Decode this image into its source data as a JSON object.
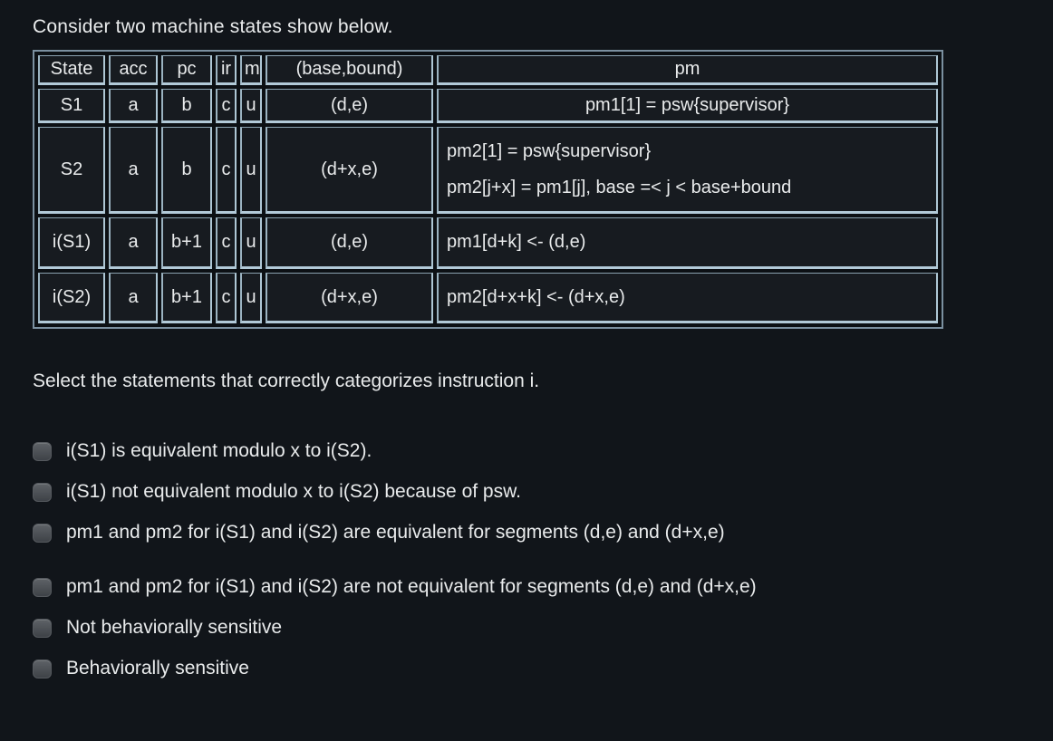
{
  "colors": {
    "page_background": "#11151a",
    "cell_background": "#171b20",
    "cell_border_light": "#b2cad8",
    "table_outer_border": "#7b90a0",
    "text": "#e9ebec",
    "checkbox_fill": "#4c5055"
  },
  "intro": "Consider two machine states show below.",
  "table": {
    "headers": [
      "State",
      "acc",
      "pc",
      "ir",
      "m",
      "(base,bound)",
      "pm"
    ],
    "rows": [
      {
        "state": "S1",
        "acc": "a",
        "pc": "b",
        "ir": "c",
        "m": "u",
        "base_bound": "(d,e)",
        "pm": [
          "pm1[1] = psw{supervisor}"
        ]
      },
      {
        "state": "S2",
        "acc": "a",
        "pc": "b",
        "ir": "c",
        "m": "u",
        "base_bound": "(d+x,e)",
        "pm": [
          "pm2[1] = psw{supervisor}",
          "pm2[j+x] = pm1[j], base =< j < base+bound"
        ]
      },
      {
        "state": "i(S1)",
        "acc": "a",
        "pc": "b+1",
        "ir": "c",
        "m": "u",
        "base_bound": "(d,e)",
        "pm": [
          "pm1[d+k] <- (d,e)"
        ]
      },
      {
        "state": "i(S2)",
        "acc": "a",
        "pc": "b+1",
        "ir": "c",
        "m": "u",
        "base_bound": "(d+x,e)",
        "pm": [
          "pm2[d+x+k] <- (d+x,e)"
        ]
      }
    ]
  },
  "question": "Select the statements that correctly categorizes instruction i.",
  "options": [
    {
      "label": "i(S1) is equivalent modulo x to i(S2).",
      "checked": false
    },
    {
      "label": "i(S1) not equivalent modulo x to i(S2) because of psw.",
      "checked": false
    },
    {
      "label": "pm1 and pm2 for i(S1) and i(S2) are equivalent for segments (d,e) and (d+x,e)",
      "checked": false
    },
    {
      "label": "pm1 and pm2 for i(S1) and i(S2) are not equivalent for segments (d,e) and (d+x,e)",
      "checked": false
    },
    {
      "label": "Not behaviorally sensitive",
      "checked": false
    },
    {
      "label": "Behaviorally sensitive",
      "checked": false
    }
  ]
}
